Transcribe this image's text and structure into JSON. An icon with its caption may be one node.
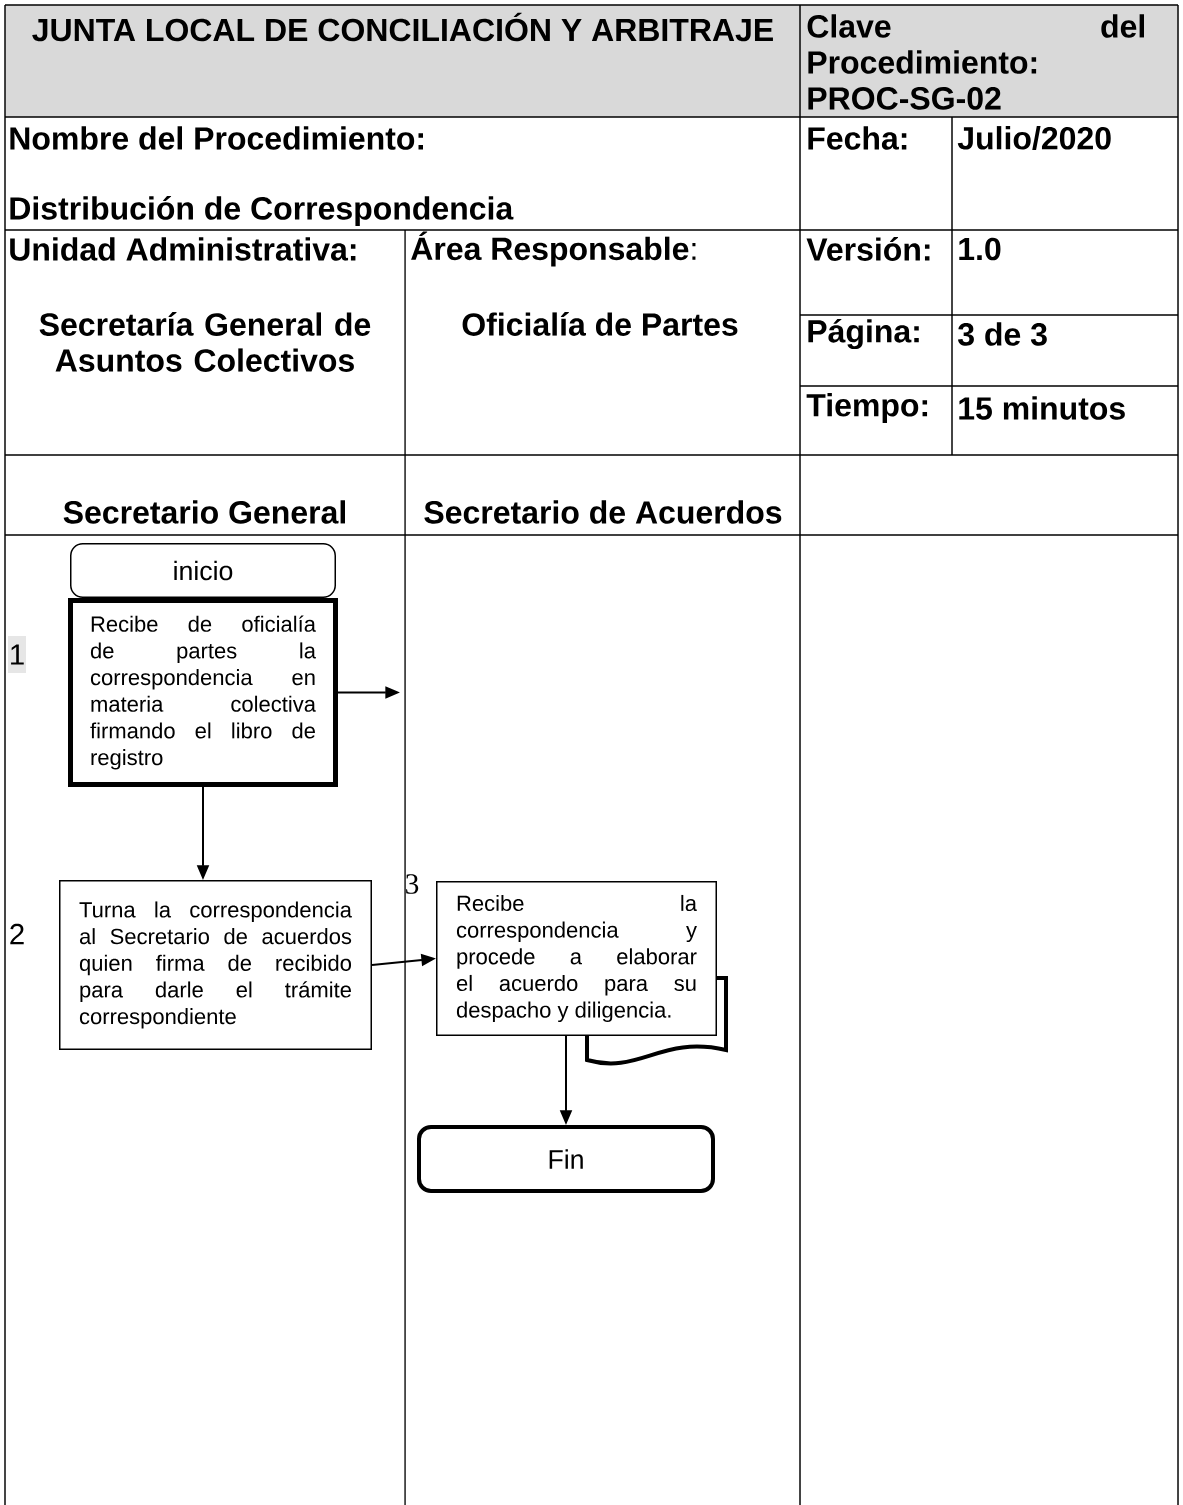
{
  "diagram": {
    "title": "JUNTA LOCAL DE CONCILIACIÓN Y ARBITRAJE",
    "nodes": [
      {
        "text": [
          "inicio"
        ]
      },
      {
        "text": [
          "Recibe de oficialía de partes la correspondencia en materia colectiva firmando el libro de registro"
        ],
        "beside": [
          "1"
        ]
      },
      {
        "text": [
          "Turna la correspondencia al Secretario de acuerdos quien firma de recibido para darle el trámite correspondiente"
        ],
        "beside": [
          "2"
        ]
      },
      {
        "text": [
          "Recibe la correspondencia y procede a elaborar el acuerdo para su despacho y diligencia."
        ],
        "beside": [
          "3"
        ]
      },
      {
        "text": [
          "Fin"
        ]
      }
    ],
    "edges": [
      {
        "from": 1,
        "to": null,
        "arrow": "to"
      },
      {
        "from": 1,
        "to": 2,
        "arrow": "to"
      },
      {
        "from": 2,
        "to": 3,
        "arrow": "to"
      },
      {
        "from": 3,
        "to": 4,
        "arrow": "to"
      }
    ],
    "labels": [
      "Clave del Procedimiento: PROC-SG-02",
      "Nombre del Procedimiento:",
      "Distribución de Correspondencia",
      "Fecha:",
      "Julio/2020",
      "Unidad Administrativa:",
      "**Área Responsable**:",
      "Versión:",
      "1.0",
      "Secretaría General de Asuntos Colectivos",
      "Oficialía de Partes",
      "Página:",
      "3 de 3",
      "Tiempo:",
      "15 minutos",
      "Secretario General",
      "Secretario de Acuerdos"
    ]
  }
}
